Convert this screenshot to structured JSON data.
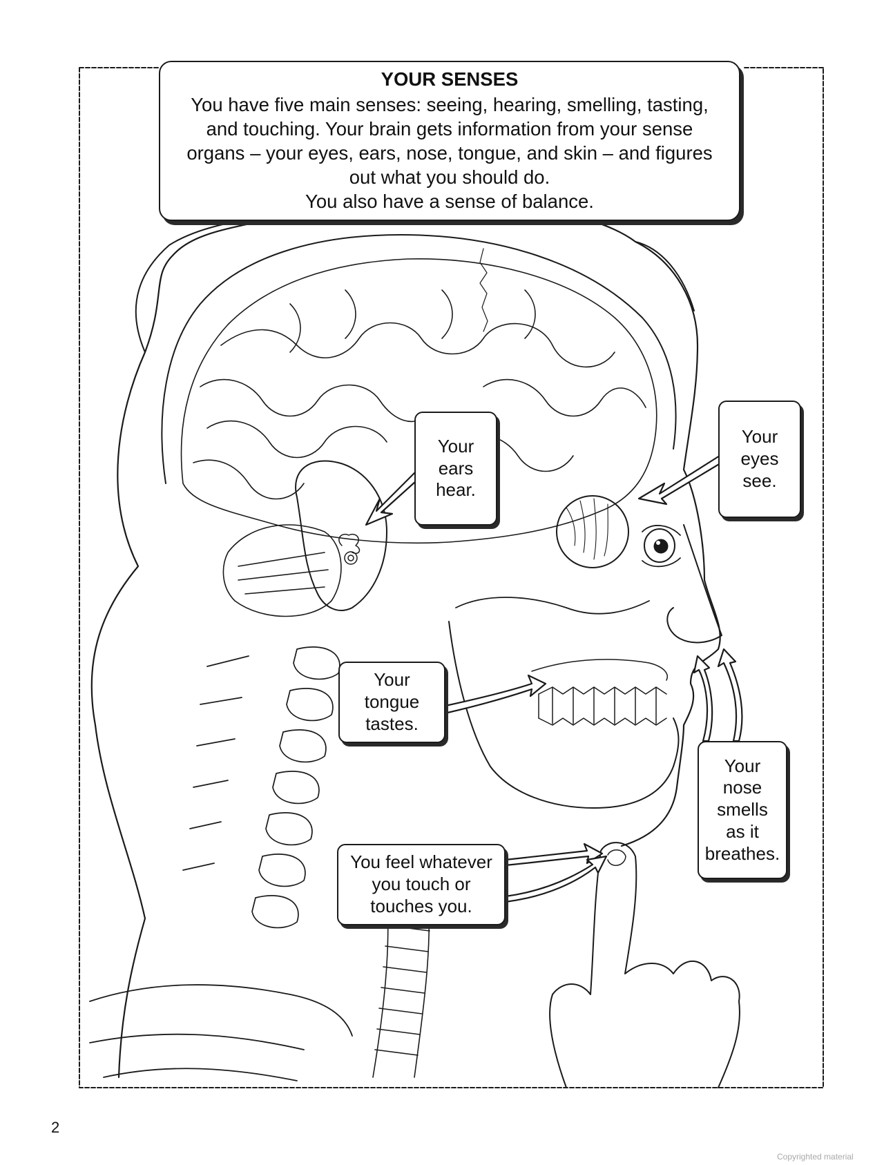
{
  "page": {
    "number": "2",
    "watermark": "Copyrighted material"
  },
  "title_box": {
    "title": "YOUR SENSES",
    "lines": [
      "You have five main senses: seeing, hearing, smelling, tasting,",
      "and touching.  Your brain gets information from your sense",
      "organs – your eyes, ears, nose, tongue, and skin – and figures",
      "out what you should do.",
      "You also have a sense of balance."
    ]
  },
  "callouts": {
    "ears": {
      "lines": [
        "Your",
        "ears",
        "hear."
      ]
    },
    "eyes": {
      "lines": [
        "Your",
        "eyes",
        "see."
      ]
    },
    "tongue": {
      "lines": [
        "Your",
        "tongue",
        "tastes."
      ]
    },
    "nose": {
      "lines": [
        "Your",
        "nose",
        "smells",
        "as it",
        "breathes."
      ]
    },
    "touch": {
      "lines": [
        "You feel whatever",
        "you touch or",
        "touches you."
      ]
    }
  },
  "colors": {
    "ink": "#111111",
    "paper": "#ffffff",
    "watermark": "#a8a8a8"
  }
}
